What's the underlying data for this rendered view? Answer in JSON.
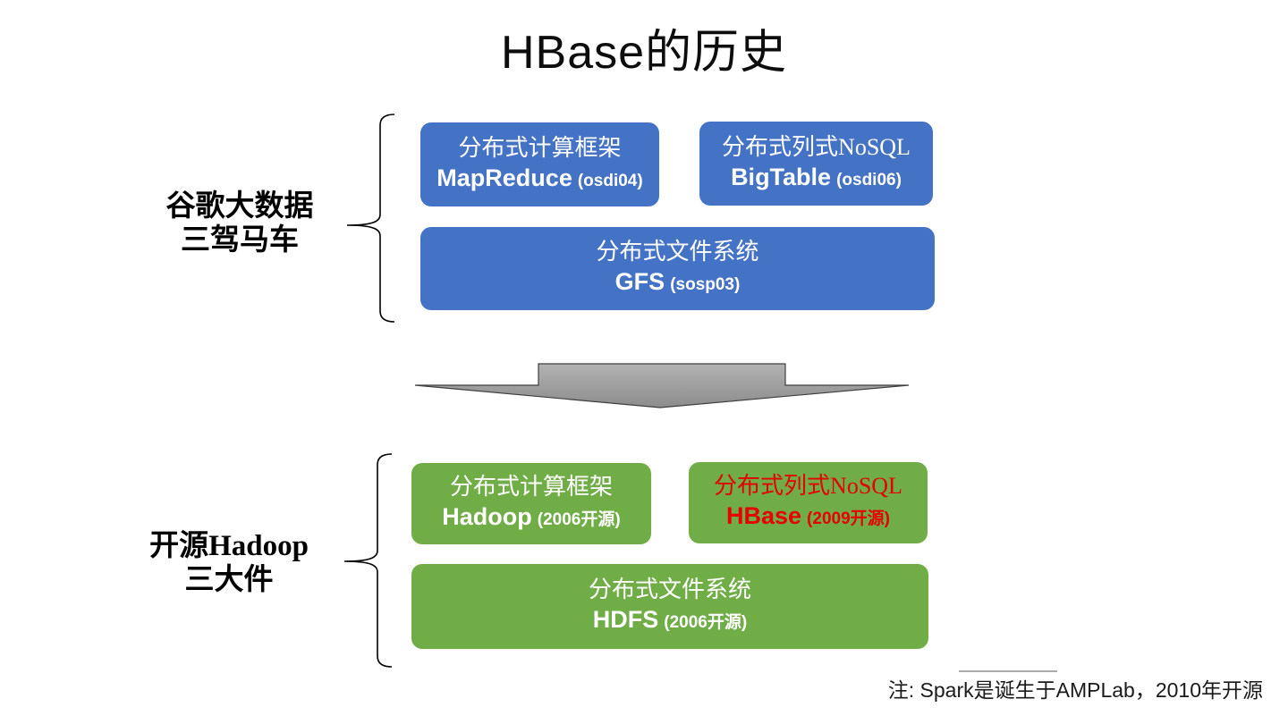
{
  "title": "HBase的历史",
  "note": "注: Spark是诞生于AMPLab，2010年开源",
  "colors": {
    "google_blue": "#4472C4",
    "hadoop_green": "#70AD47",
    "hbase_red": "#E60000",
    "arrow_gray_light": "#B3B3B3",
    "arrow_gray_dark": "#8C8C8C",
    "arrow_outline": "#3F3F3F"
  },
  "groups": [
    {
      "label_line1": "谷歌大数据",
      "label_line2": "三驾马车",
      "color": "#4472C4",
      "boxes": [
        {
          "desc": "分布式计算框架",
          "name": "MapReduce",
          "detail": "(osdi04)"
        },
        {
          "desc": "分布式列式NoSQL",
          "name": "BigTable",
          "detail": "(osdi06)"
        },
        {
          "desc": "分布式文件系统",
          "name": "GFS",
          "detail": "(sosp03)"
        }
      ]
    },
    {
      "label_line1": "开源Hadoop",
      "label_line2": "三大件",
      "color": "#70AD47",
      "boxes": [
        {
          "desc": "分布式计算框架",
          "name": "Hadoop",
          "detail": "(2006开源)"
        },
        {
          "desc": "分布式列式NoSQL",
          "name": "HBase",
          "detail": "(2009开源)",
          "text_color": "#E60000"
        },
        {
          "desc": "分布式文件系统",
          "name": "HDFS",
          "detail": "(2006开源)"
        }
      ]
    }
  ]
}
